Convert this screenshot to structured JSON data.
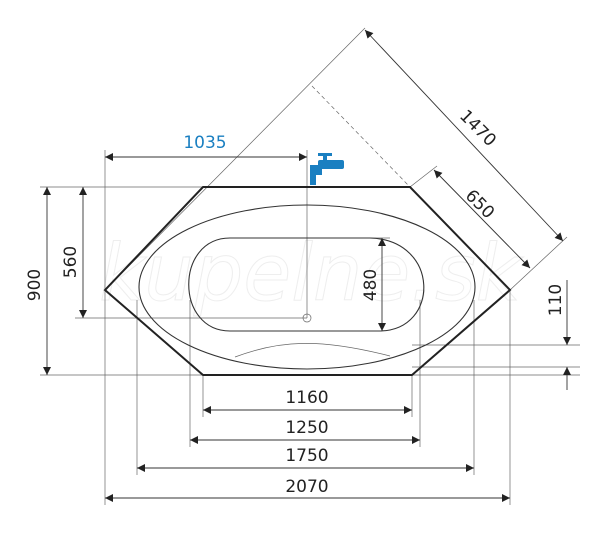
{
  "title": "Corner hexagonal bathtub dimension drawing",
  "watermark": "kupelne.sk",
  "colors": {
    "accent": "#1a7fc1",
    "line": "#222222"
  },
  "dimensions": {
    "faucet_offset": "1035",
    "diagonal_total": "1470",
    "diagonal_side": "650",
    "height_total": "900",
    "height_drain": "560",
    "inner_width": "480",
    "rim_offset": "110",
    "bottom_edge": "1160",
    "inner_length": "1250",
    "outer_oval": "1750",
    "total_length": "2070"
  },
  "icons": [
    "faucet-icon",
    "drain-icon"
  ]
}
